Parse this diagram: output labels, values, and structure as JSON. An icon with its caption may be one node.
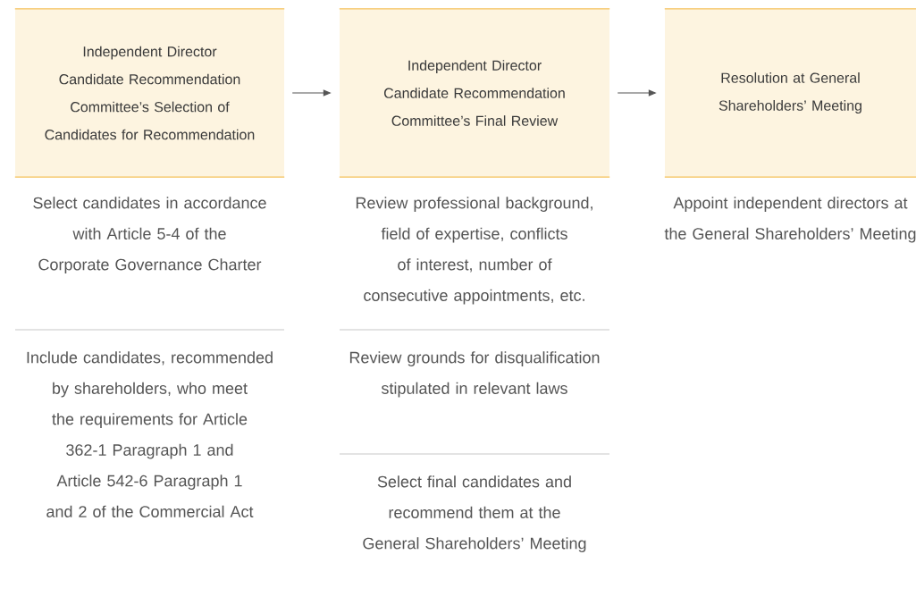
{
  "diagram": {
    "nodes": [
      {
        "text": [
          "Independent Director Candidate Recommendation Committee’s Selection of Candidates for Recommendation"
        ]
      },
      {
        "text": [
          "Independent Director Candidate Recommendation Committee’s Final Review"
        ]
      },
      {
        "text": [
          "Resolution at General Shareholders’ Meeting"
        ]
      }
    ],
    "edges": [
      {
        "from": 0,
        "to": 1,
        "arrow": "to"
      },
      {
        "from": 1,
        "to": 2,
        "arrow": "to"
      }
    ],
    "labels": [
      "Select candidates in accordance with Article 5-4 of the Corporate Governance Charter",
      "Review professional background, field of expertise, conflicts of interest, number of consecutive appointments, etc.",
      "Appoint independent directors at the General Shareholders’ Meeting",
      "Include candidates, recommended by shareholders, who meet the requirements for Article 362-1 Paragraph 1 and Article 542-6 Paragraph 1 and 2 of the Commercial Act",
      "Review grounds for disqualification stipulated in relevant laws",
      "Select final candidates and recommend them at the General Shareholders’ Meeting"
    ]
  }
}
